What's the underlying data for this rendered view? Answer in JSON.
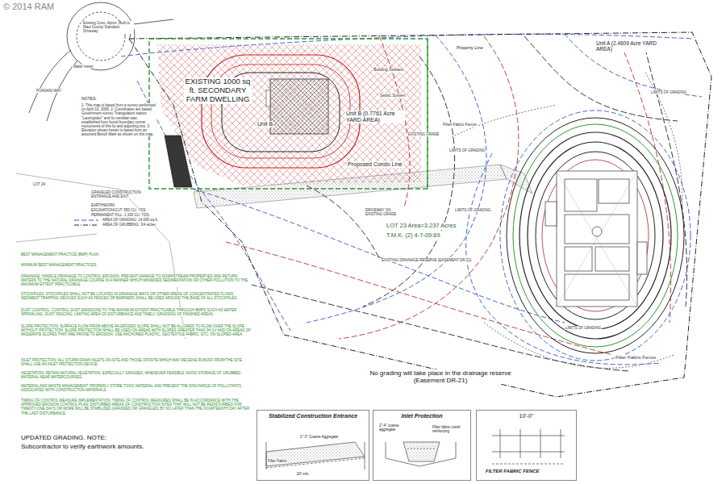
{
  "diagram": {
    "nodes": [
      {
        "text": [
          "Stabilized Construction Entrance",
          "2\"-3\" Coarse Aggregate",
          "Filter Fabric",
          "20' min."
        ]
      },
      {
        "text": [
          "Inlet Protection",
          "2\"-4\" coarse aggregate",
          "Filter fabric mesh reinforcing"
        ]
      },
      {
        "text": [
          "10'-0\"",
          "FILTER FABRIC FENCE"
        ]
      }
    ],
    "labels": [
      "© 2014 RAM",
      "Existing Conc. Apron, Built to Maui County Standard Driveway",
      "Water meter",
      "PUANANI WAY",
      "NOTES:",
      "1. This map is based from a survey performed on April 10, 2006. 2. Coordinates are based Government survey Triangulation station \"Launiupoko\" and its meridian was established from found boundary corner monuments of this lot and adjoining lots. 3. Elevation shown herein is based from an assumed Bench Mark as shown on this map.",
      "LOT 24",
      "EXISTING 1000 sq ft. SECONDARY FARM DWELLING",
      "Unit B",
      "Unit B (0.7761 Acre YARD AREA)",
      "Proposed Condo Line",
      "Property Line",
      "Unit A (2.4609 Acre YARD AREA)",
      "Building Setback",
      "Septic System",
      "EXISTING GRADE",
      "Filter Fabric Fence",
      "LIMITS OF GRADING",
      "LIMITS OF GRADING",
      "LIMITS OF GRADING",
      "LIMITS OF GRADING",
      "DRIVEWAY ON EXISTING GRADE",
      "LOT 23 Area=3.237 Acres",
      "T.M.K. (2) 4-7-09:69",
      "EXISTING DRAINAGE RESERVE (EASEMENT DR-21)",
      "Filter Fabric Fence",
      "No grading will take place in the drainage reserve (Easement DR-21)",
      "GRAVELED CONSTRUCTION ENTRANCE AND EXIT",
      "EARTHWORK",
      "EXCAVATION/CUT: 550 CU. YDS.",
      "PERMANENT FILL: 1,150 CU. YDS.",
      "BEST MANAGEMENT PRACTICE (BMP) PLAN",
      "MINIMUM BEST MANAGEMENT PRACTICES",
      "DRAINAGE: HANDLE DRAINAGE TO CONTROL EROSION. PREVENT DAMAGE TO DOWNSTREAM PROPERTIES AND RETURN WATERS TO THE NATURAL DRAINAGE COURSE IN A MANNER WHICH MINIMIZES SEDIMENTATION OR OTHER POLLUTION TO THE MAXIMUM EXTENT PRACTICABLE.",
      "STOCKPILES: STOCKPILES SHALL NOT BE LOCATED IN DRAINAGE WAYS OR OTHER AREAS OF CONCENTRATED FLOWS. SEDIMENT TRAPPING DEVICES SUCH AS FENCES OR BARRIERS SHALL BE USED AROUND THE BASE OF ALL STOCKPILES.",
      "DUST CONTROL: CONTROL DUST EMISSIONS TO THE MAXIMUM EXTENT PRACTICABLE THROUGH BMPS SUCH AS WATER SPRINKLING, DUST FENCING, LIMITING AREA OF DISTURBANCE AND TIMELY GRASSING OF FINISHED AREAS.",
      "SLOPE PROTECTION: SURFACE FLOW FROM ABOVE AN ERODED SLOPE SHALL NOT BE ALLOWED TO FLOW OVER THE SLOPE WITHOUT PROTECTION. SLOPE PROTECTION SHALL BE USED ON AREAS WITH SLOPES GREATER THAN 3H:1V AND ON AREAS OF MODERATE SLOPES THAT ARE PRONE TO EROSION. USE ANCHORED PLASTIC, GEOTEXTILE FABRIC, ETC. ON SLOPED AREA.",
      "INLET PROTECTION: ALL STORM DRAIN INLETS ON-SITE AND THOSE OFFSITE WHICH MAY RECEIVE RUNOFF FROM THE SITE SHALL USE AN INLET PROTECTION DEVICE.",
      "VEGETATION: RETAIN NATURAL VEGETATION, ESPECIALLY GRASSES, WHENEVER FEASIBLE. AVOID STORAGE OF GRUBBED MATERIAL NEAR WATERCOURSES.",
      "MATERIAL AND WASTE MANAGEMENT: PROPERLY STORE TOXIC MATERIAL AND PREVENT THE DISCHARGE OF POLLUTANTS ASSOCIATED WITH CONSTRUCTION MATERIALS.",
      "TIMING OF CONTROL MEASURE IMPLEMENTATION: TIMING OF CONTROL MEASURES SHALL BE IN ACCORDANCE WITH THE APPROVED EROSION CONTROL PLAN. DISTURBED AREAS OF CONSTRUCTION SITES THAT WILL NOT BE REDISTURBED FOR TWENTY-ONE DAYS OR MORE WILL BE STABILIZED (GRASSED OR GRAVELED) BY NO LATER THAN THE FOURTEENTH DAY AFTER THE LAST DISTURBANCE.",
      "UPDATED GRADING. NOTE:",
      "Subcontractor to verify earthwork amounts."
    ],
    "legend": [
      {
        "text": "AREA OF GRADING: 14,000 sq.ft."
      },
      {
        "text": "AREA OF GRUBBING: 3/4 acres"
      }
    ]
  }
}
